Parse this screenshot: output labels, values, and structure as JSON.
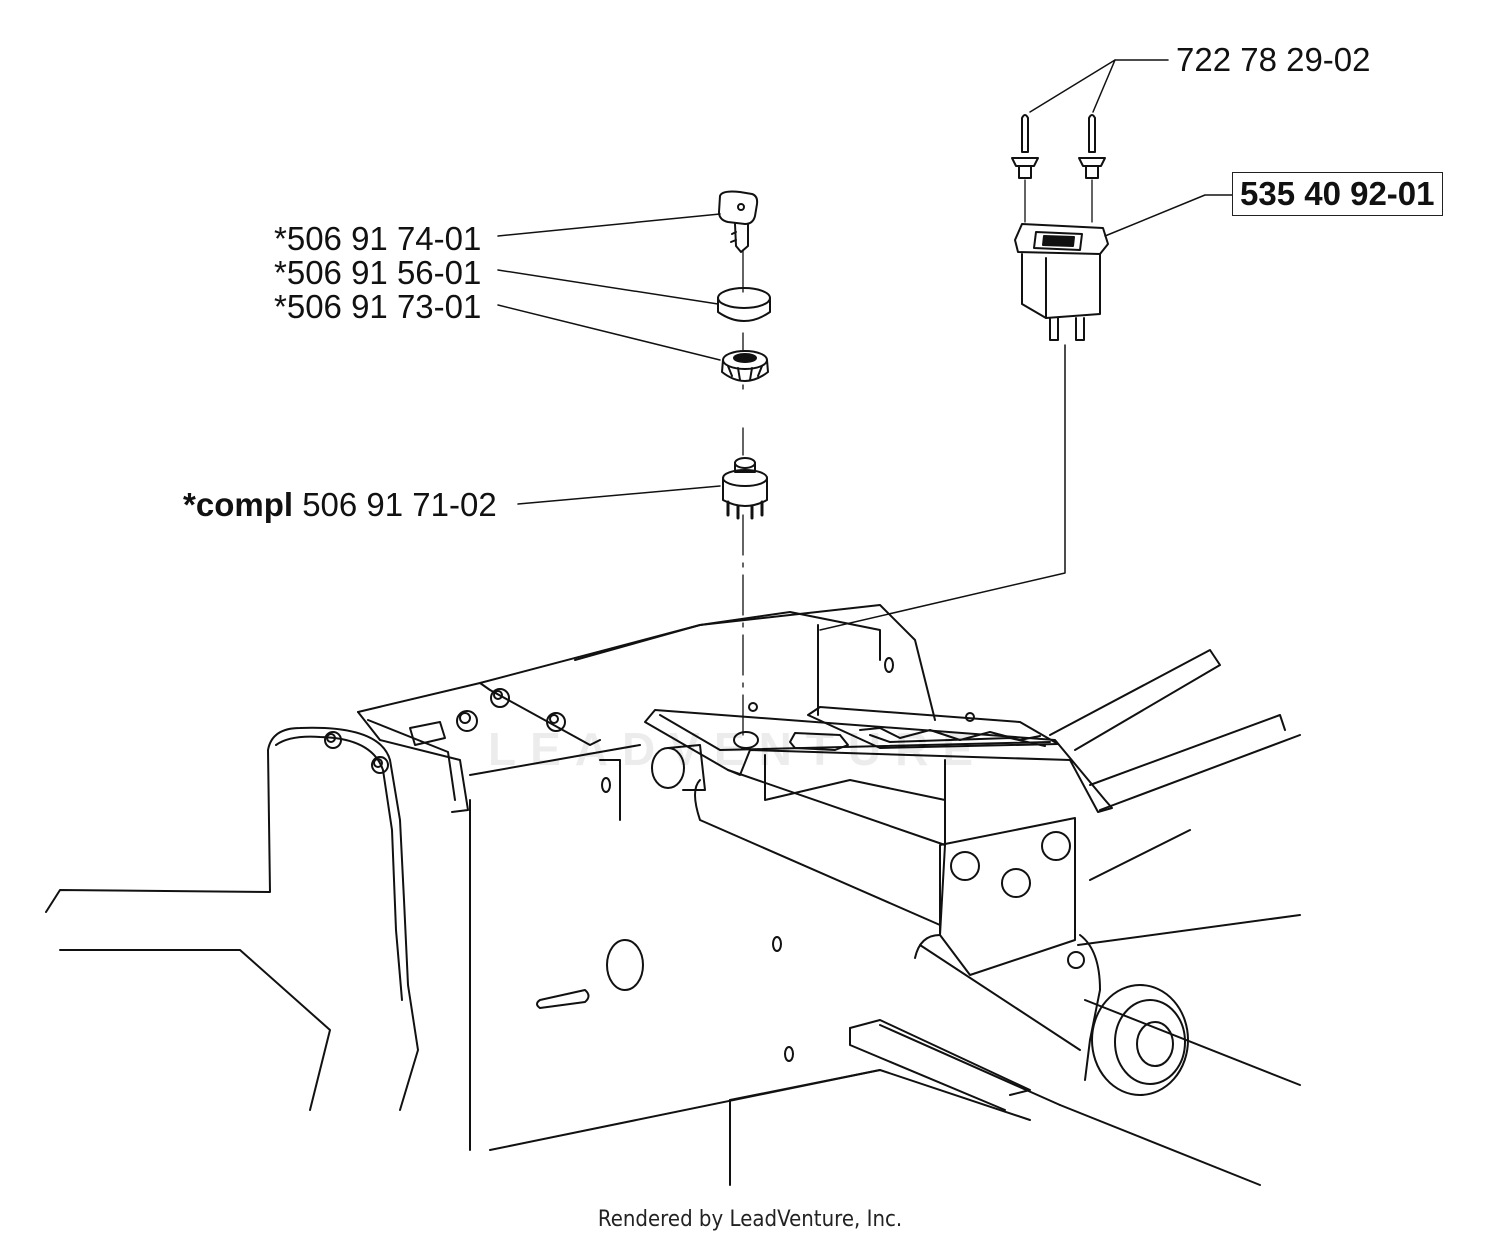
{
  "callouts": {
    "rivet": "722 78 29-02",
    "switch": "535 40 92-01",
    "key": "*506 91 74-01",
    "cap": "*506 91 56-01",
    "nut": "*506 91 73-01",
    "ignition_prefix": "*compl",
    "ignition_number": " 506 91 71-02"
  },
  "watermark": "LEADVENTURE",
  "footer": "Rendered by LeadVenture, Inc."
}
